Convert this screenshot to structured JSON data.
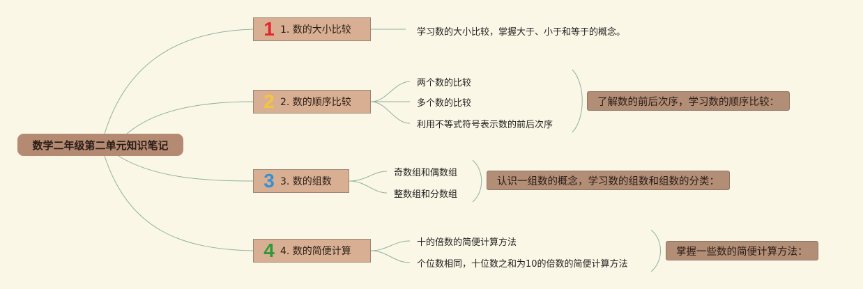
{
  "root": {
    "label": "数学二年级第二单元知识笔记"
  },
  "branches": [
    {
      "badge": "1",
      "badge_color": "#e2262e",
      "label": "1. 数的大小比较",
      "leaves": [
        "学习数的大小比较，掌握大于、小于和等于的概念。"
      ],
      "summary": ""
    },
    {
      "badge": "2",
      "badge_color": "#f2c73a",
      "label": "2. 数的顺序比较",
      "leaves": [
        "两个数的比较",
        "多个数的比较",
        "利用不等式符号表示数的前后次序"
      ],
      "summary": "了解数的前后次序，学习数的顺序比较："
    },
    {
      "badge": "3",
      "badge_color": "#3a8fd3",
      "label": "3. 数的组数",
      "leaves": [
        "奇数组和偶数组",
        "整数组和分数组"
      ],
      "summary": "认识一组数的概念，学习数的组数和组数的分类："
    },
    {
      "badge": "4",
      "badge_color": "#2d9a3a",
      "label": "4. 数的简便计算",
      "leaves": [
        "十的倍数的简便计算方法",
        "个位数相同，十位数之和为10的倍数的简便计算方法"
      ],
      "summary": "掌握一些数的简便计算方法："
    }
  ],
  "colors": {
    "line": "#8fb19f",
    "root_fill": "#b58a73",
    "branch_fill": "#d8af93",
    "summary_fill": "#b38e77"
  }
}
